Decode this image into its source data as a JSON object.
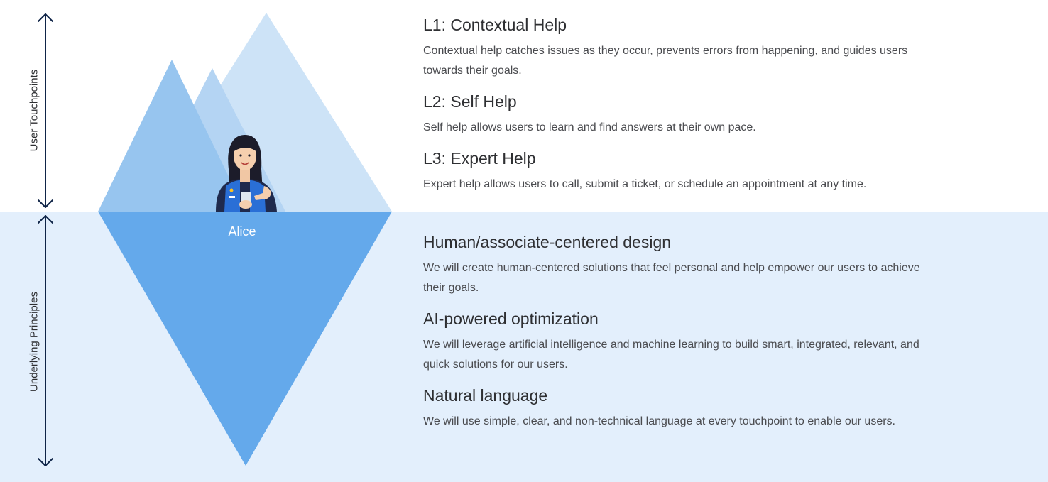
{
  "axis_labels": {
    "top": "User Touchpoints",
    "bottom": "Underlying Principles"
  },
  "persona": {
    "name": "Alice"
  },
  "touchpoints": [
    {
      "title": "L1: Contextual Help",
      "description": "Contextual help catches issues as they occur,  prevents errors from happening, and guides users towards their goals."
    },
    {
      "title": "L2: Self Help",
      "description": "Self help allows users to learn and find answers at their own pace."
    },
    {
      "title": "L3: Expert Help",
      "description": "Expert help allows users to call, submit a ticket, or schedule an appointment at any time."
    }
  ],
  "principles": [
    {
      "title": "Human/associate-centered design",
      "description": "We will create human-centered solutions that feel personal and help empower our users to achieve their goals."
    },
    {
      "title": "AI-powered optimization",
      "description": "We will leverage artificial intelligence and machine learning to build smart, integrated, relevant, and quick solutions for our users."
    },
    {
      "title": "Natural language",
      "description": "We will use simple, clear, and non-technical language at every touchpoint to enable our users."
    }
  ],
  "colors": {
    "water": "#e3effc",
    "peak_back": "#cde3f7",
    "peak_mid": "#b4d4f3",
    "peak_front": "#97c5ef",
    "underwater_ice": "#64a9eb",
    "arrow": "#0f2447"
  }
}
